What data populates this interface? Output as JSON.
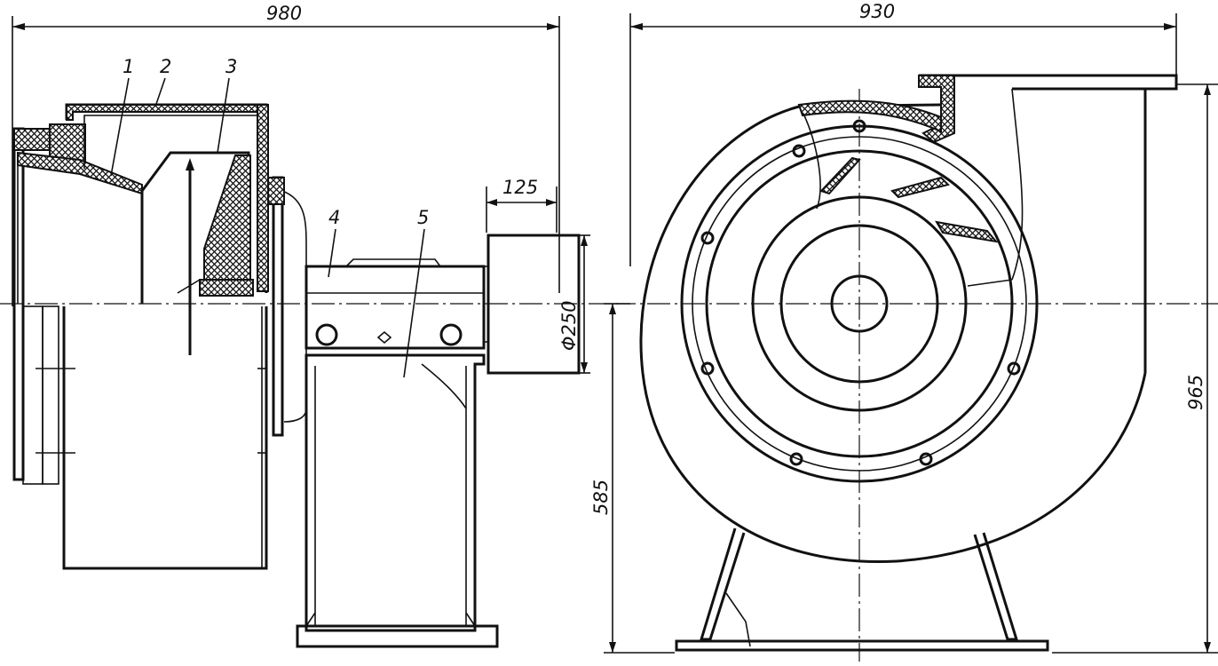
{
  "dimensions": {
    "side_width": "980",
    "front_width": "930",
    "motor_length": "125",
    "motor_diameter": "Φ250",
    "axis_height": "585",
    "total_height": "965"
  },
  "callouts": [
    "1",
    "2",
    "3",
    "4",
    "5"
  ]
}
